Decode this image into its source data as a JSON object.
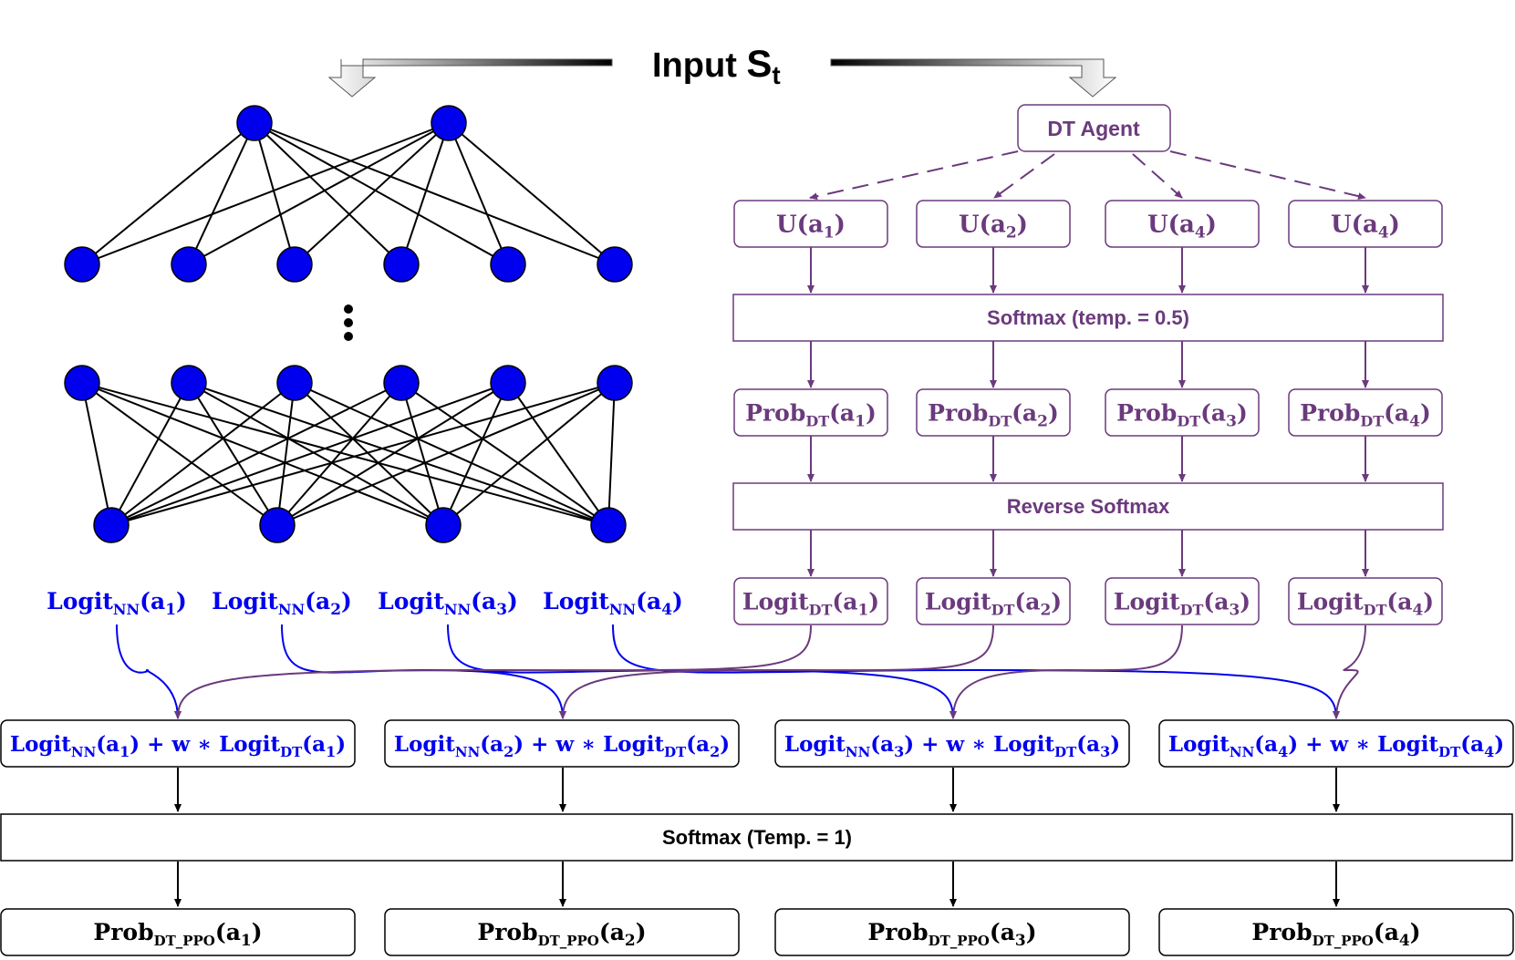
{
  "title": {
    "prefix": "Input ",
    "symbol": "S",
    "subscript": "t"
  },
  "colors": {
    "node_fill": "#0000ee",
    "dt_purple": "#6b3a7d",
    "nn_blue": "#0000ee",
    "black": "#000000"
  },
  "dt_agent": {
    "label": "DT Agent",
    "utilities": [
      {
        "fn": "U(a",
        "idx": "1",
        "close": ")"
      },
      {
        "fn": "U(a",
        "idx": "2",
        "close": ")"
      },
      {
        "fn": "U(a",
        "idx": "4",
        "close": ")"
      },
      {
        "fn": "U(a",
        "idx": "4",
        "close": ")"
      }
    ],
    "softmax_label": "Softmax (temp. = 0.5)",
    "probs": [
      {
        "base": "Prob",
        "sub": "DT",
        "arg": "(a",
        "idx": "1",
        "close": ")"
      },
      {
        "base": "Prob",
        "sub": "DT",
        "arg": "(a",
        "idx": "2",
        "close": ")"
      },
      {
        "base": "Prob",
        "sub": "DT",
        "arg": "(a",
        "idx": "3",
        "close": ")"
      },
      {
        "base": "Prob",
        "sub": "DT",
        "arg": "(a",
        "idx": "4",
        "close": ")"
      }
    ],
    "reverse_softmax_label": "Reverse Softmax",
    "logits": [
      {
        "base": "Logit",
        "sub": "DT",
        "arg": "(a",
        "idx": "1",
        "close": ")"
      },
      {
        "base": "Logit",
        "sub": "DT",
        "arg": "(a",
        "idx": "2",
        "close": ")"
      },
      {
        "base": "Logit",
        "sub": "DT",
        "arg": "(a",
        "idx": "3",
        "close": ")"
      },
      {
        "base": "Logit",
        "sub": "DT",
        "arg": "(a",
        "idx": "4",
        "close": ")"
      }
    ]
  },
  "nn_logits": [
    {
      "base": "Logit",
      "sub": "NN",
      "arg": "(a",
      "idx": "1",
      "close": ")"
    },
    {
      "base": "Logit",
      "sub": "NN",
      "arg": "(a",
      "idx": "2",
      "close": ")"
    },
    {
      "base": "Logit",
      "sub": "NN",
      "arg": "(a",
      "idx": "3",
      "close": ")"
    },
    {
      "base": "Logit",
      "sub": "NN",
      "arg": "(a",
      "idx": "4",
      "close": ")"
    }
  ],
  "combined": [
    {
      "idx": "1"
    },
    {
      "idx": "2"
    },
    {
      "idx": "3"
    },
    {
      "idx": "4"
    }
  ],
  "combined_parts": {
    "logit": "Logit",
    "nn": "NN",
    "dt": "DT",
    "arg_open": "(a",
    "close": ")",
    "plus_w": " + w ∗ "
  },
  "final_softmax_label": "Softmax (Temp. = 1)",
  "final_probs": [
    {
      "base": "Prob",
      "sub": "DT_PPO",
      "arg": "(a",
      "idx": "1",
      "close": ")"
    },
    {
      "base": "Prob",
      "sub": "DT_PPO",
      "arg": "(a",
      "idx": "2",
      "close": ")"
    },
    {
      "base": "Prob",
      "sub": "DT_PPO",
      "arg": "(a",
      "idx": "3",
      "close": ")"
    },
    {
      "base": "Prob",
      "sub": "DT_PPO",
      "arg": "(a",
      "idx": "4",
      "close": ")"
    }
  ]
}
